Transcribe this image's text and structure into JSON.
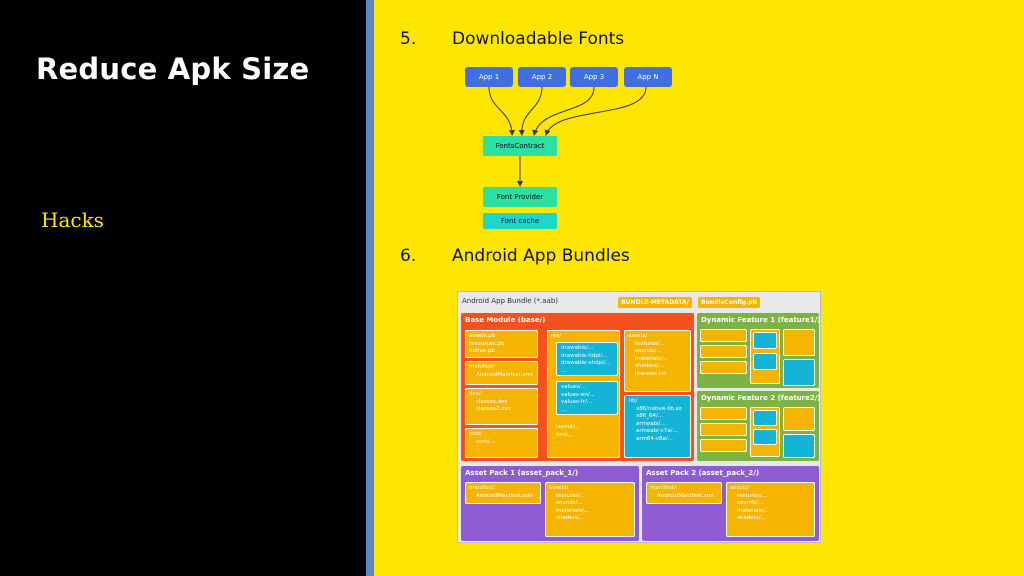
{
  "slide": {
    "title": "Reduce Apk Size",
    "subtitle": "Hacks"
  },
  "items": [
    {
      "num": "5.",
      "label": "Downloadable Fonts"
    },
    {
      "num": "6.",
      "label": "Android App Bundles"
    }
  ],
  "fonts_diagram": {
    "apps": [
      "App 1",
      "App 2",
      "App 3",
      "App N"
    ],
    "fonts_contract": "FontsContract",
    "font_provider": "Font Provider",
    "font_cache": "Font cache",
    "colors": {
      "app": "#3f6fe0",
      "provider": "#2ee0a0",
      "cache": "#1dd8c8"
    }
  },
  "bundle_diagram": {
    "header": "Android App Bundle (*.aab)",
    "tags": [
      "BUNDLE-METADATA/",
      "BundleConfig.pb"
    ],
    "base_module": {
      "title": "Base Module (base/)",
      "col1": [
        "assets.pb\nresources.pb\nnative.pb",
        "manifest/\n    AndroidManifest.xml",
        "dex/\n    classes.dex\n    classes2.dex",
        "root/\n    com/...\n    ..."
      ],
      "res": {
        "label": "res/",
        "group1": "drawable/...\ndrawable-hdpi/...\ndrawable-xhdpi/...\n...",
        "group2": "values/...\nvalues-en/...\nvalues-fr/...\n...",
        "rest": "layout/...\nxml/...\n..."
      },
      "assets": "assets/\n    textures/...\n    sounds/...\n    materials/...\n    shaders/...\n    licenses.txt",
      "lib": "lib/\n    x86/native-lib.so\n    x86_64/...\n    armeabi/...\n    armeabi-v7a/...\n    arm64-v8a/..."
    },
    "features": [
      "Dynamic Feature 1 (feature1/)",
      "Dynamic Feature 2 (feature2/)"
    ],
    "asset_packs": [
      {
        "title": "Asset Pack 1 (asset_pack_1/)",
        "manifest": "manifest/\n    AndroidManifest.xml",
        "assets": "assets/\n    textures/...\n    sounds/...\n    materials/...\n    shaders/..."
      },
      {
        "title": "Asset Pack 2 (asset_pack_2/)",
        "manifest": "manifest/\n    AndroidManifest.xml",
        "assets": "assets/\n    textures/...\n    sounds/...\n    materials/...\n    shaders/..."
      }
    ],
    "colors": {
      "base": "#f4511e",
      "feature": "#7cb342",
      "asset_pack": "#8e5bd0",
      "box": "#f5b400",
      "cyan": "#14b4d6"
    }
  }
}
